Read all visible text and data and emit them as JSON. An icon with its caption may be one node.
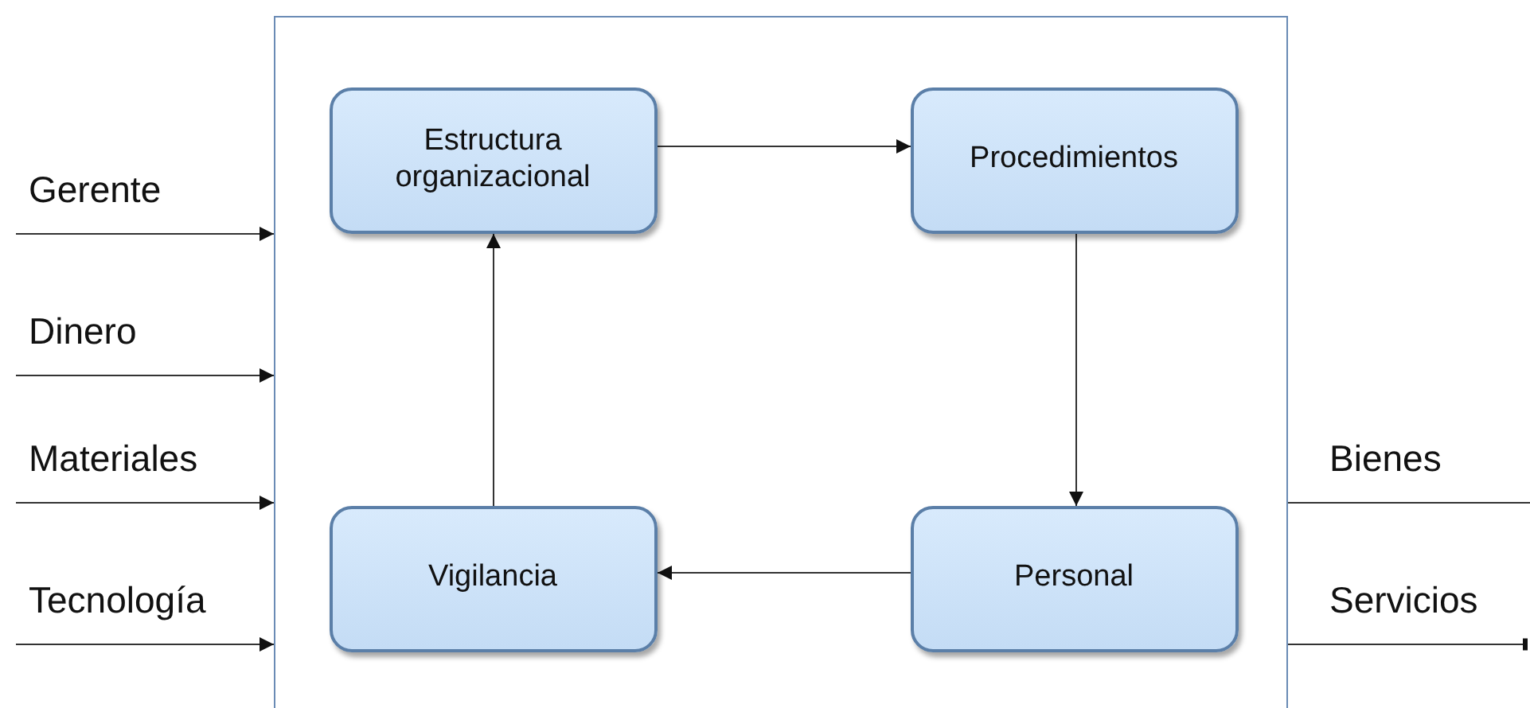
{
  "diagram": {
    "nodes": [
      {
        "text": [],
        "shape": "box"
      },
      {
        "text": [
          "Estructura organizacional"
        ],
        "in": 0
      },
      {
        "text": [
          "Procedimientos"
        ],
        "in": 0
      },
      {
        "text": [
          "Vigilancia"
        ],
        "in": 0
      },
      {
        "text": [
          "Personal"
        ],
        "in": 0
      }
    ],
    "edges": [
      {
        "from": 1,
        "to": 2,
        "arrow": "to"
      },
      {
        "from": 2,
        "to": 4,
        "arrow": "to"
      },
      {
        "from": 4,
        "to": 3,
        "arrow": "to"
      },
      {
        "from": 3,
        "to": 1,
        "arrow": "to"
      },
      {
        "from": null,
        "to": 0,
        "arrow": "to",
        "label": "Gerente"
      },
      {
        "from": null,
        "to": 0,
        "arrow": "to",
        "label": "Dinero"
      },
      {
        "from": null,
        "to": 0,
        "arrow": "to",
        "label": "Materiales"
      },
      {
        "from": null,
        "to": 0,
        "arrow": "to",
        "label": "Tecnología"
      },
      {
        "from": 0,
        "to": null,
        "arrow": "none",
        "label": "Bienes"
      },
      {
        "from": 0,
        "to": null,
        "arrow": "other",
        "label": "Servicios"
      }
    ]
  }
}
